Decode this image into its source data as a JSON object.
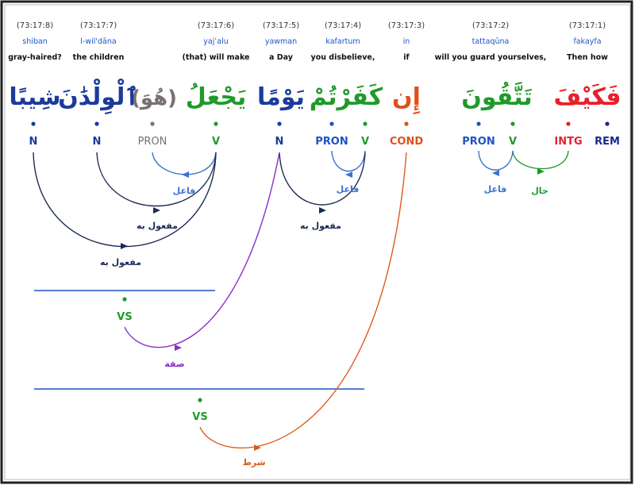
{
  "words": [
    {
      "ref": "(73:17:1)",
      "translit": "fakayfa",
      "gloss": "Then how",
      "arabic": "فَكَيْفَ"
    },
    {
      "ref": "(73:17:2)",
      "translit": "tattaqūna",
      "gloss": "will you guard yourselves,",
      "arabic": "تَتَّقُونَ"
    },
    {
      "ref": "(73:17:3)",
      "translit": "in",
      "gloss": "if",
      "arabic": "إِن"
    },
    {
      "ref": "(73:17:4)",
      "translit": "kafartum",
      "gloss": "you disbelieve,",
      "arabic": "كَفَرْتُمْ"
    },
    {
      "ref": "(73:17:5)",
      "translit": "yawman",
      "gloss": "a Day",
      "arabic": "يَوْمًا"
    },
    {
      "ref": "(73:17:6)",
      "translit": "yajʿalu",
      "gloss": "(that) will make",
      "arabic": "يَجْعَلُ"
    },
    {
      "ref": "(73:17:7)",
      "translit": "l-wil'dāna",
      "gloss": "the children",
      "arabic": "ٱلْوِلْدَٰنَ"
    },
    {
      "ref": "(73:17:8)",
      "translit": "shiban",
      "gloss": "gray-haired?",
      "arabic": "شِيبًا"
    }
  ],
  "hidden_pronoun": "(هُوَ)",
  "tags": {
    "rem": "REM",
    "intg": "INTG",
    "v": "V",
    "pron": "PRON",
    "cond": "COND",
    "n": "N",
    "vs": "VS"
  },
  "relations": {
    "hal": "حال",
    "fael": "فاعل",
    "mafool": "مفعول به",
    "sifa": "صفة",
    "shart": "شرط"
  },
  "colors": {
    "rem": "#1a2a8c",
    "intg": "#e8202a",
    "verb": "#1f9a2a",
    "pron": "#1f52c4",
    "cond": "#e0501a",
    "noun": "#1a3aa0",
    "hidden": "#7a6f73",
    "noun_word": "#1c3b9a",
    "arc_dark": "#1c2a55",
    "arc_blue": "#3a72d0",
    "arc_purple": "#8a2ec8",
    "arc_orange": "#e05a1a"
  }
}
